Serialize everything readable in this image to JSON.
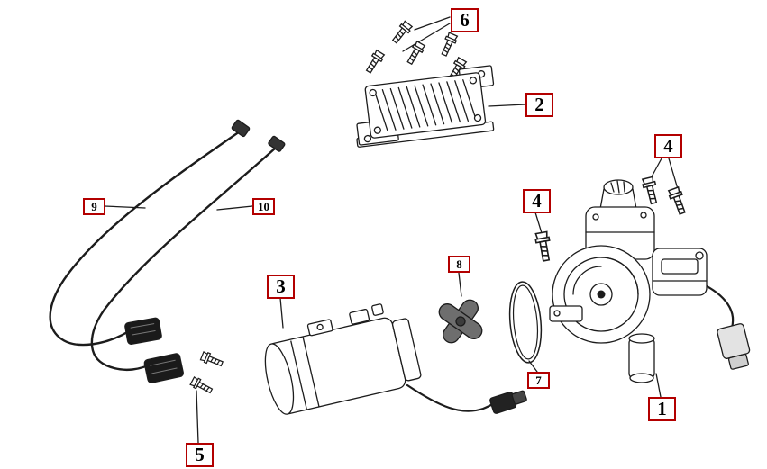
{
  "diagram": {
    "type": "exploded-parts-diagram",
    "colors": {
      "background": "#ffffff",
      "callout_border": "#b30000",
      "line": "#1c1c1c"
    },
    "callouts": [
      {
        "label": "6"
      },
      {
        "label": "2"
      },
      {
        "label": "4"
      },
      {
        "label": "4"
      },
      {
        "label": "9"
      },
      {
        "label": "10"
      },
      {
        "label": "8"
      },
      {
        "label": "3"
      },
      {
        "label": "7"
      },
      {
        "label": "1"
      },
      {
        "label": "5"
      }
    ]
  }
}
